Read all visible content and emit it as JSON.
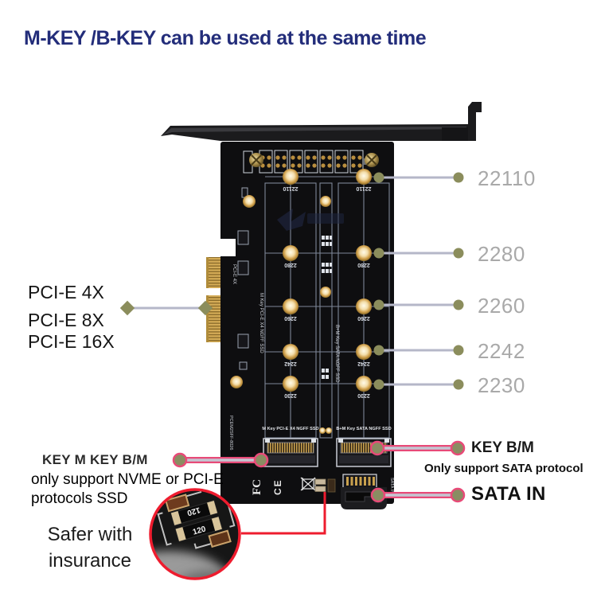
{
  "title": "M-KEY /B-KEY can be used at the same time",
  "left_ports": {
    "items": [
      "PCI-E 4X",
      "PCI-E 8X",
      "PCI-E 16X"
    ]
  },
  "sizes": [
    "22110",
    "2280",
    "2260",
    "2242",
    "2230"
  ],
  "key_m": {
    "heading": "KEY M  KEY B/M",
    "line1": "only support NVME or PCI-E",
    "line2": "protocols SSD"
  },
  "key_bm": {
    "heading": "KEY B/M",
    "note": "Only support SATA protocol"
  },
  "sata": {
    "label": "SATA IN"
  },
  "insurance": {
    "line1": "Safer with",
    "line2": "insurance"
  },
  "pcb": {
    "slot_m_label": "M Key PCI-E X4 NGFF SSD",
    "slot_b_label": "B+M Key SATA NGFF SSD",
    "vertical_m_text": "M Key PCI-E X4 NGFF SSD",
    "vertical_b_text": "B+M Key SATA NGFF SSD",
    "edge_label": "PCI-E 4X",
    "model_number": "PCEM2SFF-8026",
    "fcc_mark": "FC",
    "ce_mark": "CE",
    "sata_vertical": "SATA IN",
    "fuse_marking": "120"
  },
  "colors": {
    "title_navy": "#232d7a",
    "callout_line_gray": "#b5b7c8",
    "dot_olive": "#8b8d5c",
    "accent_pink": "#e84a78",
    "accent_red": "#ee1c2e",
    "size_label_gray": "#a9a9a9",
    "pcb_black": "#0e0e10",
    "gold": "#c9a050"
  }
}
